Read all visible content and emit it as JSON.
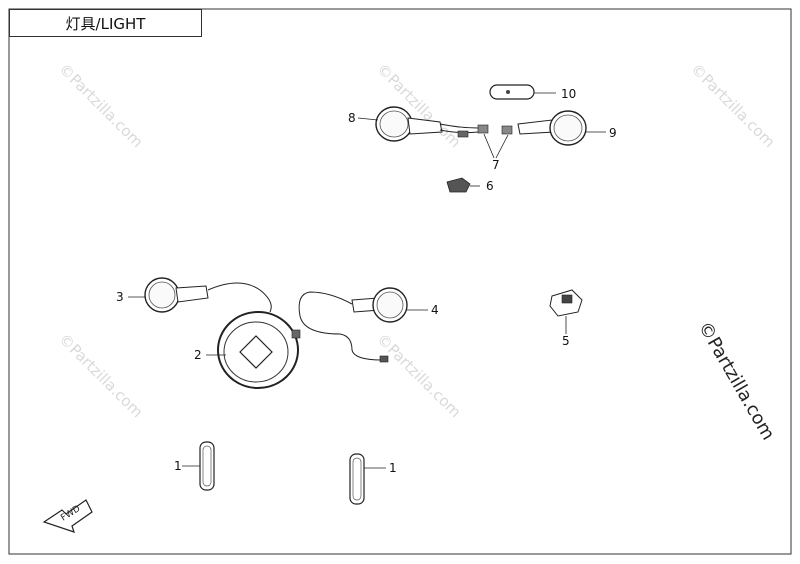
{
  "title": "灯具/LIGHT",
  "watermark": "©Partzilla.com",
  "callouts": {
    "c1a": "1",
    "c1b": "1",
    "c2": "2",
    "c3": "3",
    "c4": "4",
    "c5": "5",
    "c6": "6",
    "c7": "7",
    "c8": "8",
    "c9": "9",
    "c10": "10"
  },
  "direction_arrow": "FWD"
}
